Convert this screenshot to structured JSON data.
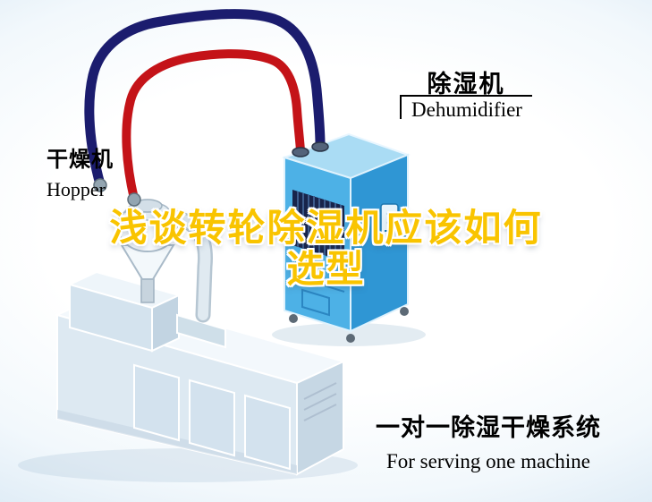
{
  "title": {
    "line1": "浅谈转轮除湿机应该如何",
    "line2": "选型",
    "color": "#f9c400",
    "outline_color": "#ffffff"
  },
  "labels": {
    "hopper": {
      "zh": "干燥机",
      "en": "Hopper"
    },
    "dehumidifier": {
      "zh": "除湿机",
      "en": "Dehumidifier"
    },
    "system": {
      "zh": "一对一除湿干燥系统",
      "en": "For serving one machine"
    }
  },
  "illustration": {
    "pipe_supply_color": "#1b1c6e",
    "pipe_return_color": "#c41318",
    "dehumidifier_front_color": "#4db1e6",
    "dehumidifier_side_color": "#2f96d4",
    "dehumidifier_top_color": "#aadcf4",
    "grille_color": "#18244b",
    "machine_front_color": "#dde9f2",
    "machine_top_color": "#f3f8fc",
    "machine_side_color": "#c6d7e4"
  },
  "background": {
    "center_color": "#ffffff",
    "edge_color": "#c6dcee"
  }
}
